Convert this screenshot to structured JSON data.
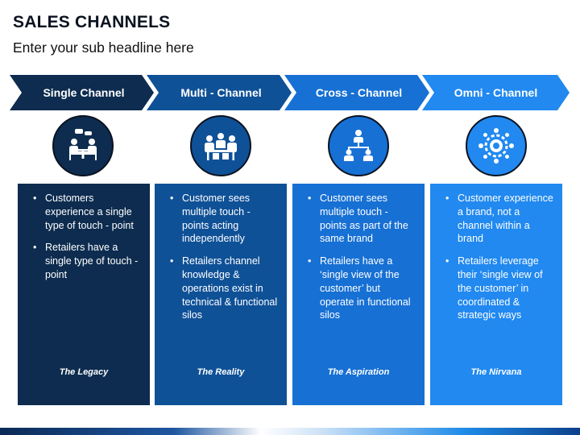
{
  "header": {
    "title": "SALES CHANNELS",
    "subtitle": "Enter your sub headline here"
  },
  "stages": [
    {
      "label": "Single Channel",
      "color": "#0d2c4f",
      "icon": "meeting-people-icon",
      "bullets": [
        "Customers experience a single type of touch - point",
        "Retailers have a single type of touch - point"
      ],
      "tagline": "The Legacy"
    },
    {
      "label": "Multi - Channel",
      "color": "#0f5197",
      "icon": "team-table-icon",
      "bullets": [
        "Customer sees multiple touch - points acting independently",
        "Retailers channel knowledge & operations exist in technical & functional silos"
      ],
      "tagline": "The Reality"
    },
    {
      "label": "Cross - Channel",
      "color": "#1770d4",
      "icon": "org-hierarchy-icon",
      "bullets": [
        "Customer sees multiple touch - points as part of the same brand",
        "Retailers have a ‘single view of the customer’ but operate in functional silos"
      ],
      "tagline": "The Aspiration"
    },
    {
      "label": "Omni - Channel",
      "color": "#2189f0",
      "icon": "network-gear-icon",
      "bullets": [
        "Customer experience a brand, not a channel within a brand",
        "Retailers leverage their ‘single view of the customer’ in coordinated & strategic ways"
      ],
      "tagline": "The Nirvana"
    }
  ]
}
